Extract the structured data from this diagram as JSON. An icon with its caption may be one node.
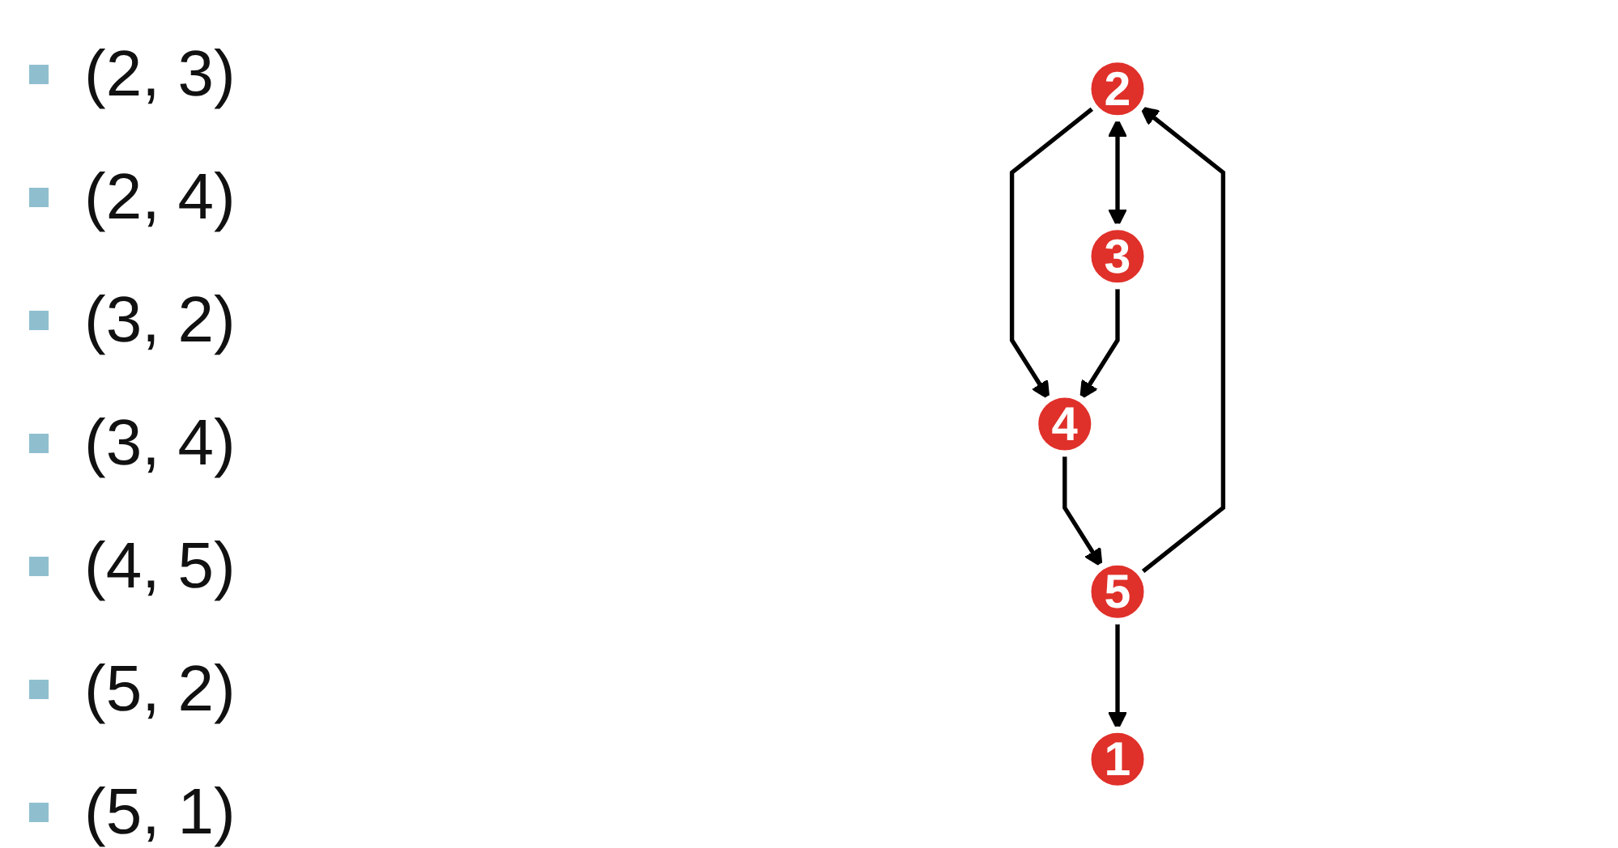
{
  "diagram": {
    "nodes": [
      {
        "text": [
          "1"
        ]
      },
      {
        "text": [
          "2"
        ]
      },
      {
        "text": [
          "3"
        ]
      },
      {
        "text": [
          "4"
        ]
      },
      {
        "text": [
          "5"
        ]
      }
    ],
    "edges": [
      {
        "from": 4,
        "to": 0,
        "arrow": "to"
      },
      {
        "from": 4,
        "to": 1,
        "arrow": "to"
      },
      {
        "from": 1,
        "to": 2,
        "arrow": "both"
      },
      {
        "from": 1,
        "to": 3,
        "arrow": "to"
      },
      {
        "from": 2,
        "to": 3,
        "arrow": "to"
      },
      {
        "from": 3,
        "to": 4,
        "arrow": "to"
      }
    ],
    "labels": [
      "(2, 3)",
      "(2, 4)",
      "(3, 2)",
      "(3, 4)",
      "(4, 5)",
      "(5, 2)",
      "(5, 1)"
    ]
  }
}
